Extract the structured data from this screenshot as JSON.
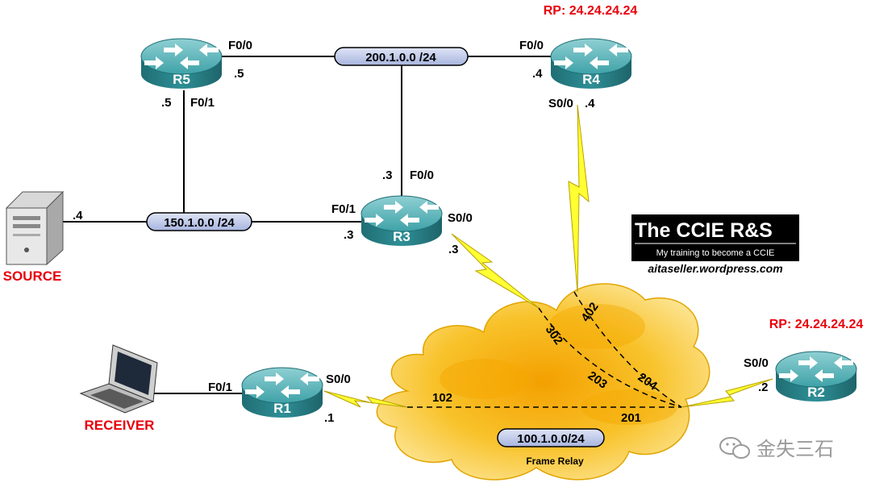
{
  "routers": {
    "r1": {
      "name": "R1"
    },
    "r2": {
      "name": "R2",
      "rp": "RP: 24.24.24.24"
    },
    "r3": {
      "name": "R3"
    },
    "r4": {
      "name": "R4",
      "rp": "RP: 24.24.24.24"
    },
    "r5": {
      "name": "R5"
    }
  },
  "hosts": {
    "source": "SOURCE",
    "receiver": "RECEIVER"
  },
  "networks": {
    "net200": "200.1.0.0 /24",
    "net150": "150.1.0.0 /24",
    "net100": "100.1.0.0/24"
  },
  "interfaces": {
    "r5_f00": "F0/0",
    "r5_f00_ip": ".5",
    "r5_f01": "F0/1",
    "r5_f01_ip": ".5",
    "r4_f00": "F0/0",
    "r4_f00_ip": ".4",
    "r4_s00": "S0/0",
    "r4_s00_ip": ".4",
    "r3_f00": "F0/0",
    "r3_f00_ip": ".3",
    "r3_f01": "F0/1",
    "r3_f01_ip": ".3",
    "r3_s00": "S0/0",
    "r3_s00_ip": ".3",
    "source_ip": ".4",
    "r1_f01": "F0/1",
    "r1_s00": "S0/0",
    "r1_s00_ip": ".1",
    "r2_s00": "S0/0",
    "r2_s00_ip": ".2"
  },
  "frame_relay": {
    "label": "Frame Relay",
    "dlci": {
      "d402": "402",
      "d302": "302",
      "d203": "203",
      "d204": "204",
      "d102": "102",
      "d201": "201"
    }
  },
  "logo": {
    "title": "The CCIE R&S",
    "tagline": "My training to become a CCIE",
    "url": "aitaseller.wordpress.com"
  },
  "watermark": "金失三石",
  "colors": {
    "router_body": "#2f8f96",
    "router_top": "#79c2c6",
    "rp_red": "#e8000b",
    "cloud_yellow": "#f7c227",
    "lightning": "#ffff33",
    "network_pill": "#b9c4e6"
  }
}
